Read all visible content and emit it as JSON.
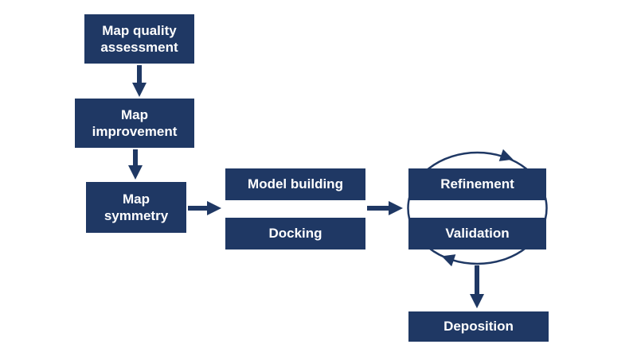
{
  "diagram": {
    "colors": {
      "box_fill": "#1f3864",
      "arrow": "#1f3864",
      "label_text": "#ffffff",
      "background": "#ffffff"
    },
    "nodes": [
      {
        "id": "map-quality-assessment",
        "label": "Map quality assessment"
      },
      {
        "id": "map-improvement",
        "label": "Map improvement"
      },
      {
        "id": "map-symmetry",
        "label": "Map symmetry"
      },
      {
        "id": "model-building",
        "label": "Model building"
      },
      {
        "id": "docking",
        "label": "Docking"
      },
      {
        "id": "refinement",
        "label": "Refinement"
      },
      {
        "id": "validation",
        "label": "Validation"
      },
      {
        "id": "deposition",
        "label": "Deposition"
      }
    ],
    "edges": [
      {
        "from": "map-quality-assessment",
        "to": "map-improvement",
        "type": "arrow-down"
      },
      {
        "from": "map-improvement",
        "to": "map-symmetry",
        "type": "arrow-down"
      },
      {
        "from": "map-symmetry",
        "to": "model-building / docking",
        "type": "arrow-right"
      },
      {
        "from": "model-building / docking",
        "to": "refinement / validation",
        "type": "arrow-right"
      },
      {
        "from": "refinement",
        "to": "validation",
        "type": "cycle-loop"
      },
      {
        "from": "validation",
        "to": "deposition",
        "type": "arrow-down"
      }
    ]
  }
}
